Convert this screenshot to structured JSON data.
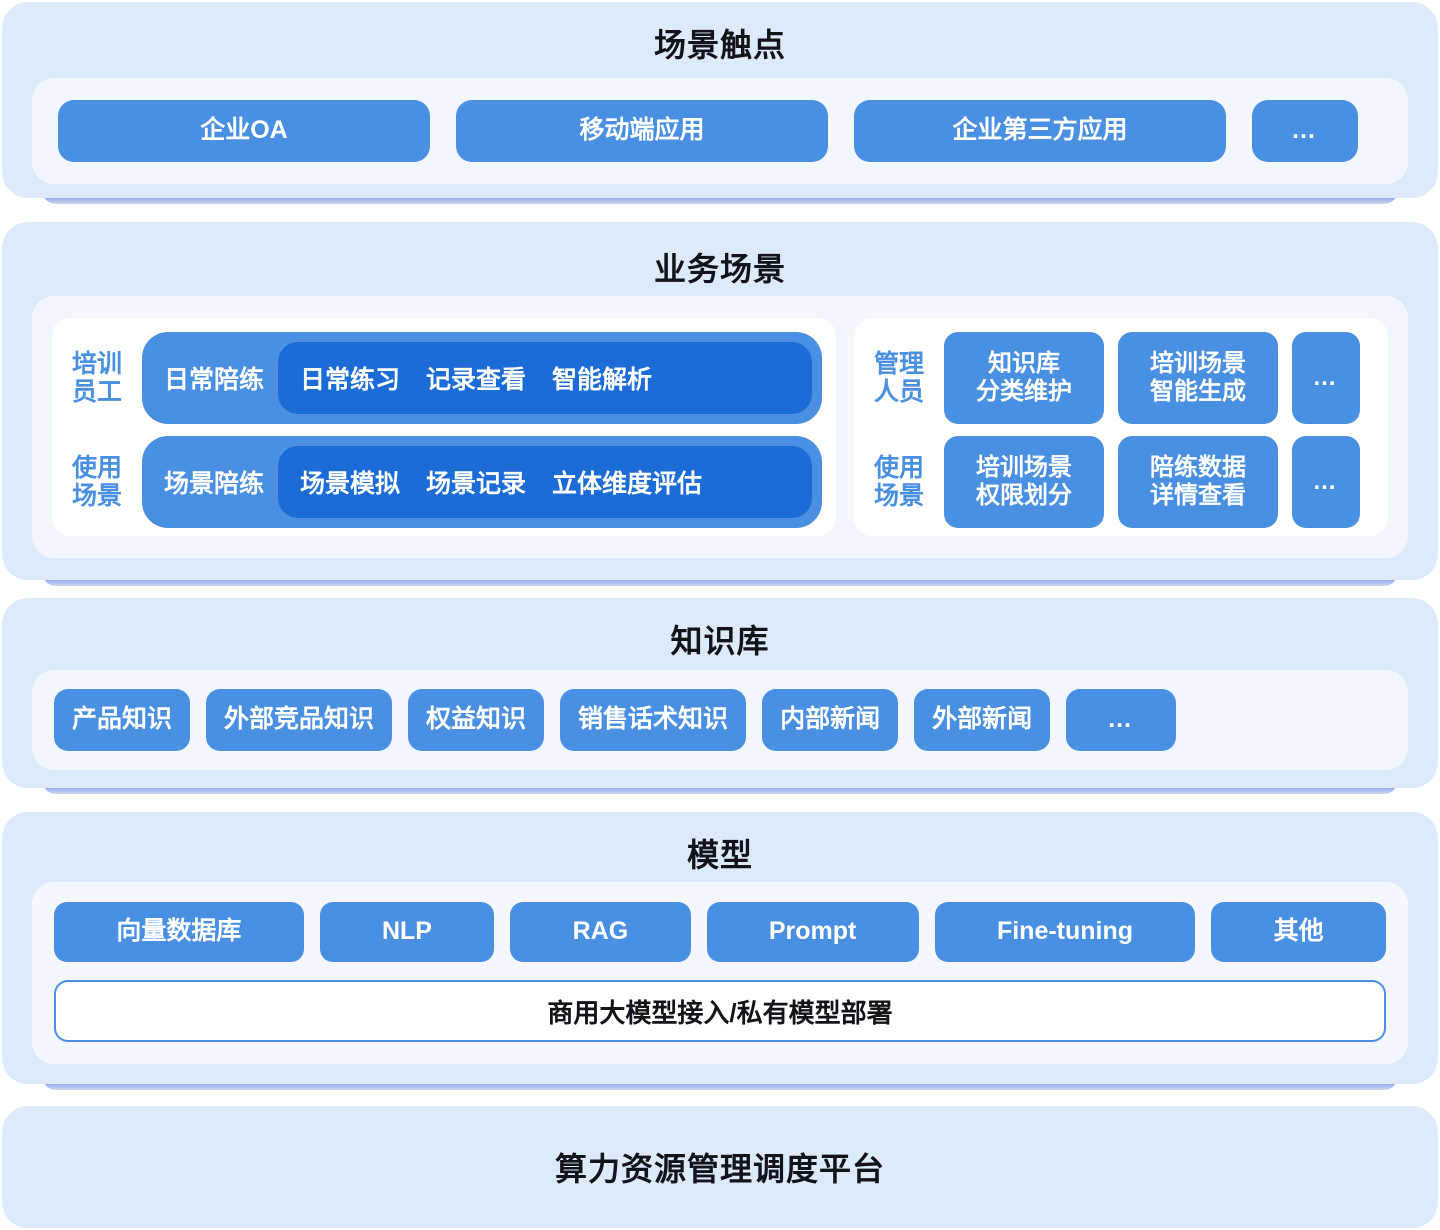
{
  "colors": {
    "panel_bg": "#ddeafb",
    "card_bg": "#f2f7fe",
    "subcard_bg": "#ffffff",
    "pill": "#4a90e2",
    "pill_inner": "#1b6cd6",
    "slab": "#9db0e8",
    "title_text": "#111418",
    "pill_text": "#ffffff",
    "role_text": "#4a90e2"
  },
  "layers": {
    "touchpoints": {
      "title": "场景触点",
      "items": [
        {
          "label": "企业OA"
        },
        {
          "label": "移动端应用"
        },
        {
          "label": "企业第三方应用"
        },
        {
          "label": "…",
          "icon": "ellipsis-icon"
        }
      ]
    },
    "business": {
      "title": "业务场景",
      "left_group": {
        "rows": [
          {
            "role": "培训\n员工",
            "head": "日常陪练",
            "items": [
              "日常练习",
              "记录查看",
              "智能解析"
            ]
          },
          {
            "role": "使用\n场景",
            "head": "场景陪练",
            "items": [
              "场景模拟",
              "场景记录",
              "立体维度评估"
            ]
          }
        ]
      },
      "right_group": {
        "rows": [
          {
            "role": "管理\n人员",
            "items": [
              "知识库\n分类维护",
              "培训场景\n智能生成"
            ],
            "more": "…"
          },
          {
            "role": "使用\n场景",
            "items": [
              "培训场景\n权限划分",
              "陪练数据\n详情查看"
            ],
            "more": "…"
          }
        ]
      }
    },
    "knowledge": {
      "title": "知识库",
      "items": [
        {
          "label": "产品知识"
        },
        {
          "label": "外部竞品知识"
        },
        {
          "label": "权益知识"
        },
        {
          "label": "销售话术知识"
        },
        {
          "label": "内部新闻"
        },
        {
          "label": "外部新闻"
        },
        {
          "label": "…",
          "icon": "ellipsis-icon"
        }
      ]
    },
    "model": {
      "title": "模型",
      "items": [
        {
          "label": "向量数据库"
        },
        {
          "label": "NLP"
        },
        {
          "label": "RAG"
        },
        {
          "label": "Prompt"
        },
        {
          "label": "Fine-tuning"
        },
        {
          "label": "其他"
        }
      ],
      "banner": "商用大模型接入/私有模型部署"
    },
    "compute": {
      "title": "算力资源管理调度平台"
    }
  }
}
